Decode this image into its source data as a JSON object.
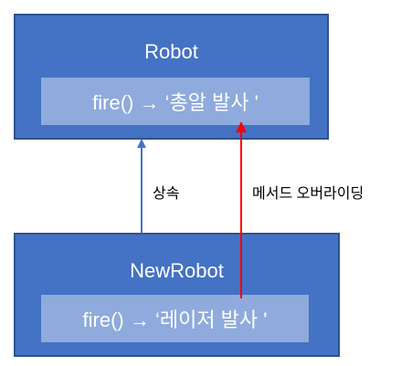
{
  "parent_class": {
    "name": "Robot",
    "method": "fire() → ‘총알 발사 '"
  },
  "child_class": {
    "name": "NewRobot",
    "method": "fire() → ‘레이저 발사 '"
  },
  "relations": {
    "inheritance_label": "상속",
    "override_label": "메서드 오버라이딩"
  },
  "colors": {
    "box_fill": "#4472c4",
    "box_border": "#2f528f",
    "method_fill": "#8faadc",
    "inheritance_arrow": "#4472c4",
    "override_arrow": "#ff0000"
  }
}
